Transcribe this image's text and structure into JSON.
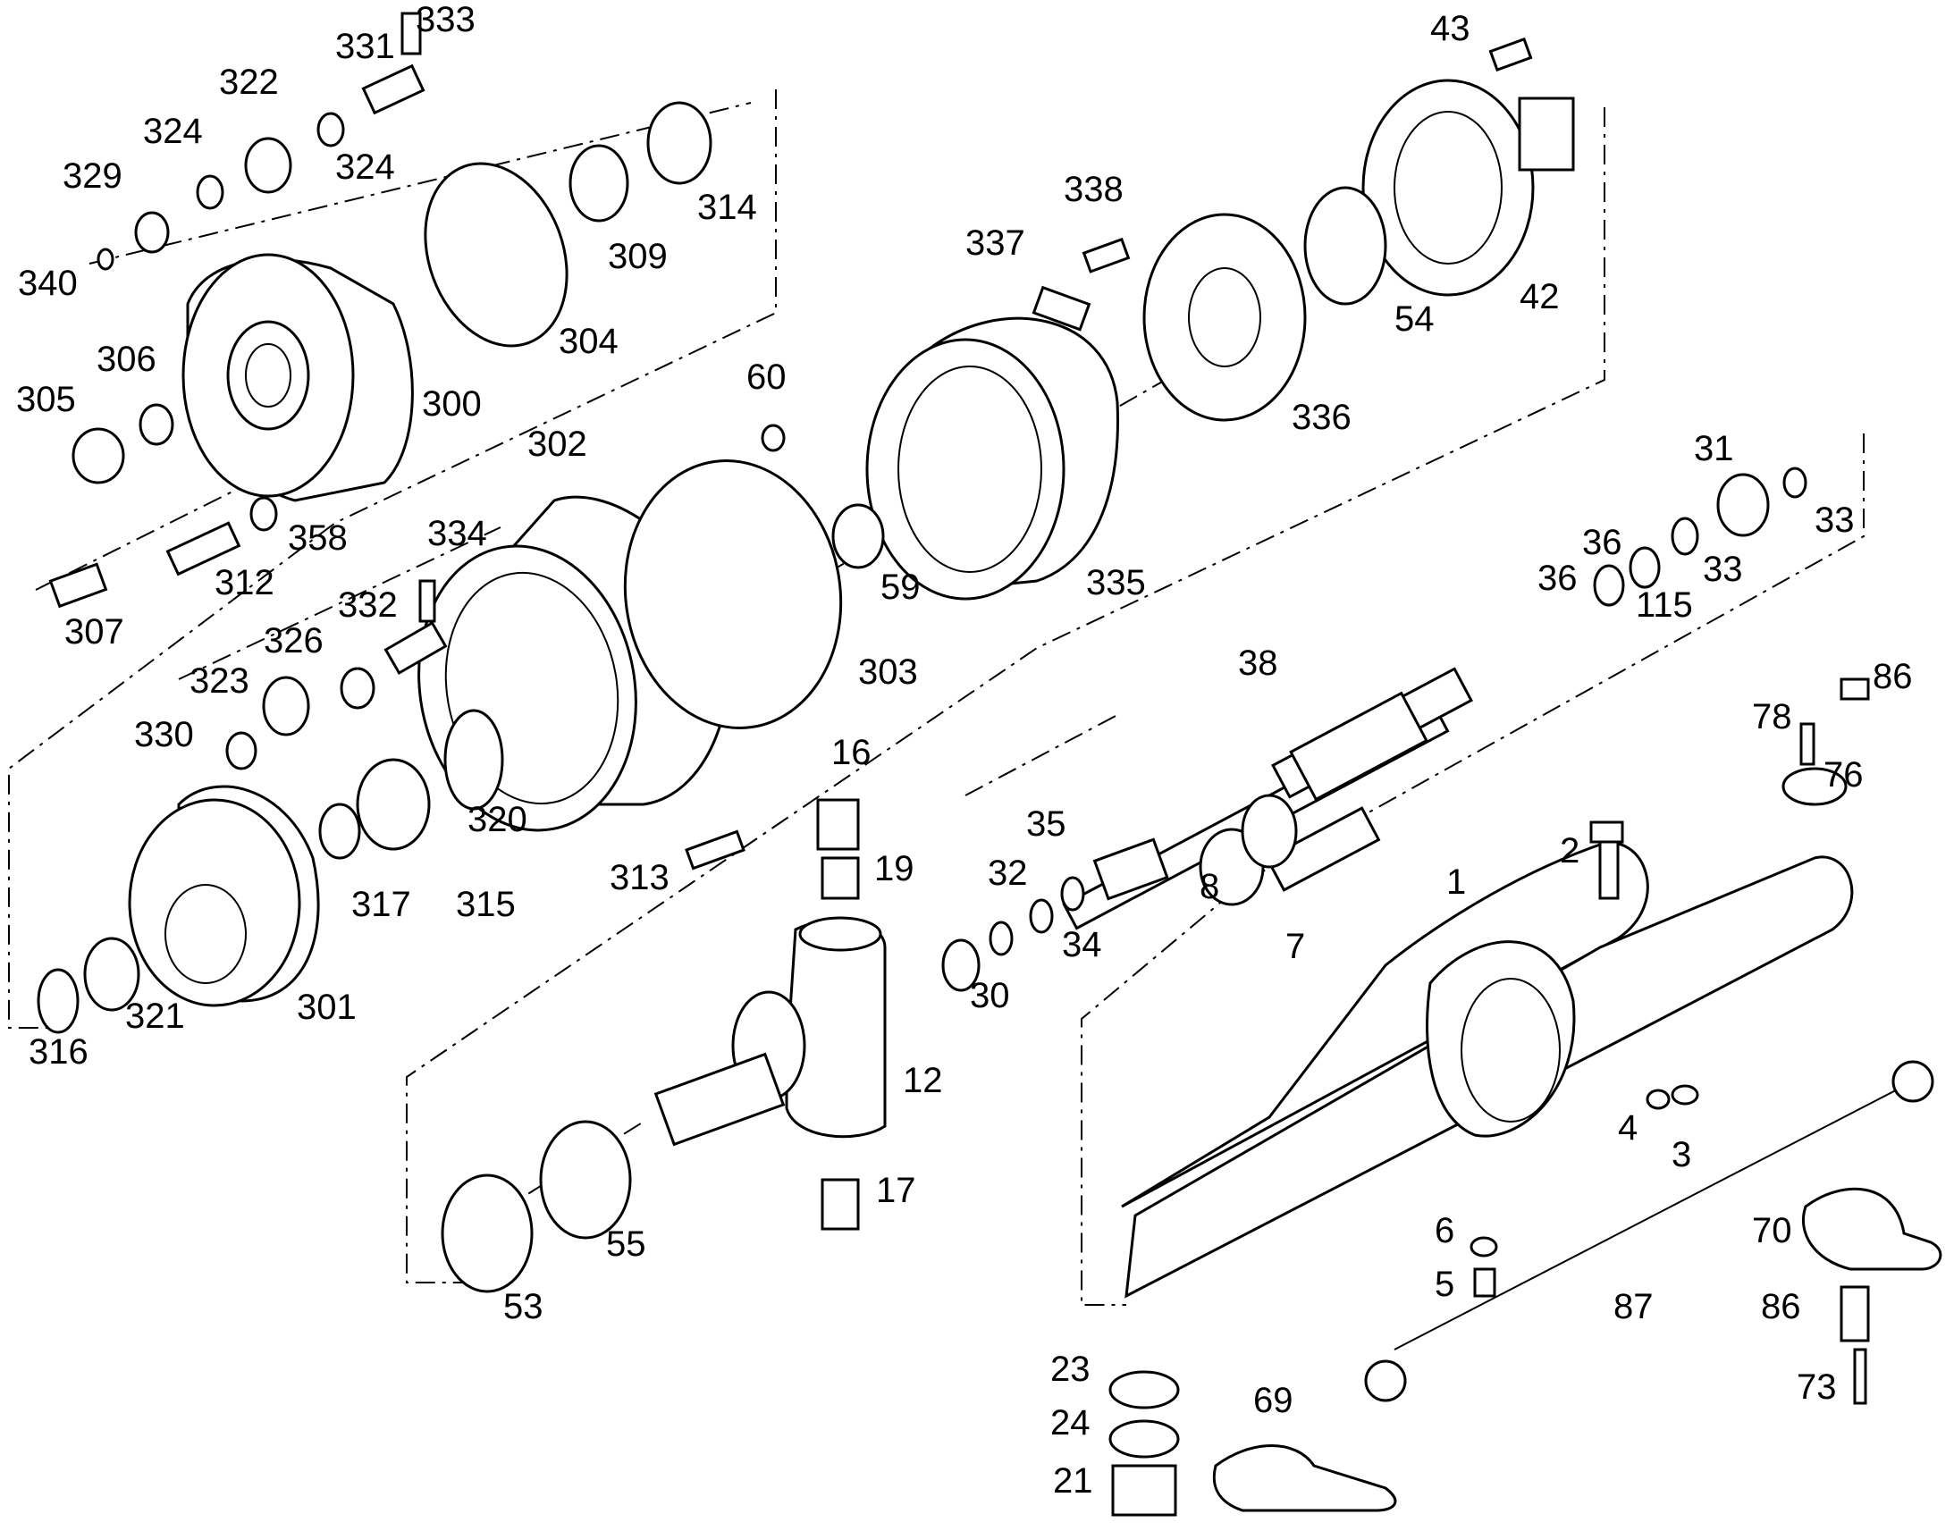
{
  "labels": [
    "43",
    "333",
    "331",
    "322",
    "324",
    "324",
    "329",
    "340",
    "314",
    "309",
    "304",
    "338",
    "337",
    "42",
    "54",
    "306",
    "305",
    "300",
    "302",
    "336",
    "60",
    "358",
    "312",
    "334",
    "307",
    "332",
    "326",
    "323",
    "330",
    "59",
    "335",
    "31",
    "36",
    "36",
    "115",
    "33",
    "33",
    "303",
    "38",
    "86",
    "78",
    "76",
    "16",
    "313",
    "320",
    "317",
    "315",
    "301",
    "321",
    "316",
    "19",
    "32",
    "35",
    "34",
    "8",
    "1",
    "2",
    "7",
    "30",
    "12",
    "17",
    "4",
    "3",
    "55",
    "53",
    "6",
    "5",
    "87",
    "70",
    "86",
    "23",
    "24",
    "21",
    "69",
    "73"
  ]
}
